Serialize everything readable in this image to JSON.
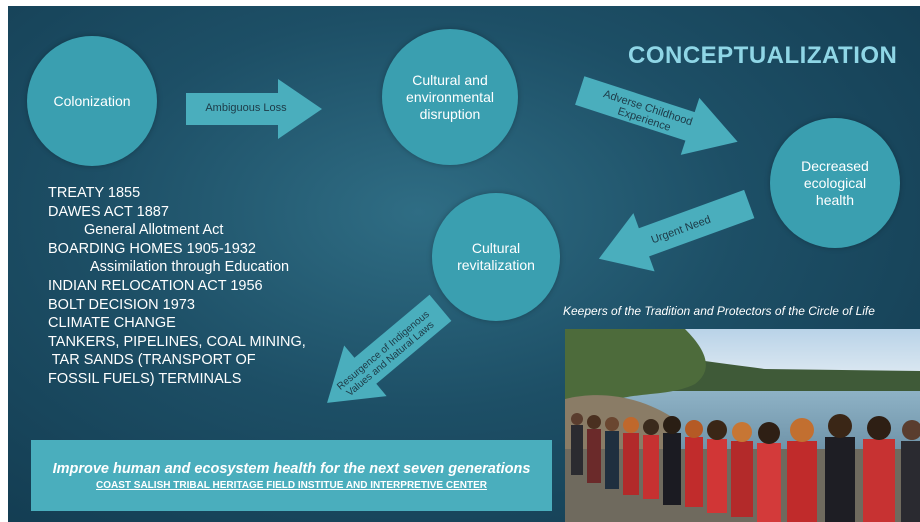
{
  "title": "CONCEPTUALIZATION",
  "nodes": {
    "colonization": "Colonization",
    "disruption": "Cultural and environmental disruption",
    "ecological": "Decreased ecological health",
    "revitalization": "Cultural revitalization"
  },
  "arrows": {
    "ambiguous_loss": "Ambiguous Loss",
    "adverse_line1": "Adverse Childhood",
    "adverse_line2": "Experience",
    "urgent_need": "Urgent Need",
    "resurgence_line1": "Resurgence of Indigenous",
    "resurgence_line2": "Values and Natural Laws"
  },
  "history_list": [
    "TREATY 1855",
    "DAWES ACT 1887",
    "General Allotment Act",
    "BOARDING  HOMES 1905-1932",
    "Assimilation through Education",
    "INDIAN RELOCATION ACT 1956",
    "BOLT DECISION 1973",
    "CLIMATE CHANGE",
    "TANKERS, PIPELINES, COAL MINING,",
    " TAR SANDS (TRANSPORT OF",
    "FOSSIL FUELS) TERMINALS"
  ],
  "caption": "Keepers of the Tradition  and Protectors of the Circle of Life",
  "banner": {
    "heading": "Improve human and ecosystem health for the next seven generations",
    "subheading": "COAST SALISH TRIBAL HERITAGE FIELD INSTITUE AND INTERPRETIVE CENTER"
  },
  "colors": {
    "background": "#1d4f66",
    "circle": "#3a9fb0",
    "arrow": "#4aaebd",
    "title": "#8fd6e6",
    "banner": "#4aaebd"
  }
}
